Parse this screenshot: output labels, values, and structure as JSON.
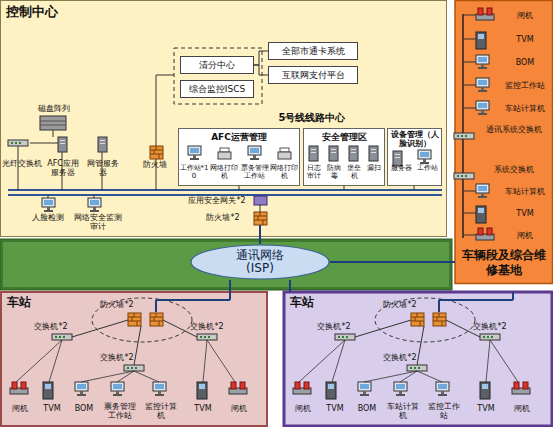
{
  "diagram": {
    "nodes": [
      {
        "text": [
          "控制中心"
        ]
      },
      {
        "text": [
          "清分中心"
        ],
        "in": 0
      },
      {
        "text": [
          "综合监控ISCS"
        ],
        "in": 0
      },
      {
        "text": [
          "全部市通卡系统"
        ],
        "in": 0
      },
      {
        "text": [
          "互联网支付平台"
        ],
        "in": 0
      },
      {
        "text": [
          "AFC运营管理"
        ],
        "in": 0
      },
      {
        "text": [
          "安全管理区"
        ],
        "in": 0
      },
      {
        "text": [
          "设备管理（人脸识别）"
        ],
        "in": 0
      },
      {
        "text": [
          "车辆段及综合维修基地"
        ]
      },
      {
        "text": [
          "通讯网络 (ISP)"
        ]
      },
      {
        "text": [
          "车站"
        ]
      },
      {
        "text": [
          "车站"
        ]
      }
    ],
    "edges": [
      {
        "from": 1,
        "to": 3,
        "arrow": "none"
      },
      {
        "from": 1,
        "to": 4,
        "arrow": "none"
      },
      {
        "from": 0,
        "to": 9,
        "arrow": "none"
      },
      {
        "from": 9,
        "to": 8,
        "arrow": "none"
      },
      {
        "from": 9,
        "to": 10,
        "arrow": "none"
      },
      {
        "from": 9,
        "to": 11,
        "arrow": "none"
      }
    ],
    "labels": [
      "5号线线路中心",
      "磁盘阵列",
      "光纤交换机",
      "AFC应用服务器",
      "网管服务器",
      "防火墙",
      "人脸检测",
      "网络安全监测审计",
      "工作站*10",
      "网络打印机",
      "票务管理工作站",
      "网络打印机",
      "日志审计",
      "防病毒",
      "堡垒机",
      "漏扫",
      "服务器",
      "工作站",
      "应用安全网关*2",
      "防火墙*2",
      "闸机",
      "TVM",
      "BOM",
      "监控工作站",
      "车站计算机",
      "通讯系统交换机",
      "系统交换机",
      "车站计算机",
      "TVM",
      "闸机",
      "交换机*2",
      "防火墙*2",
      "交换机*2",
      "交换机*2",
      "闸机",
      "TVM",
      "BOM",
      "票务管理工作站",
      "监控计算机",
      "TVM",
      "闸机",
      "交换机*2",
      "防火墙*2",
      "交换机*2",
      "交换机*2",
      "闸机",
      "TVM",
      "BOM",
      "车站计算机",
      "监控工作站",
      "TVM",
      "闸机"
    ]
  }
}
